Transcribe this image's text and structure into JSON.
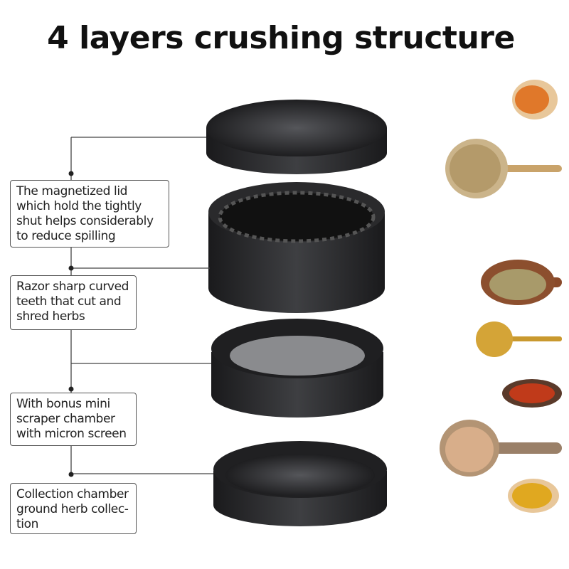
{
  "title": "4 layers crushing structure",
  "features": [
    {
      "text": "The magnetized lid which hold the tightly shut helps considerably to reduce spilling"
    },
    {
      "text": "Razor sharp curved teeth that cut and shred herbs"
    },
    {
      "text": "With bonus mini scraper chamber with micron screen"
    },
    {
      "text": "Collection chamber ground herb collec-tion"
    }
  ],
  "colors": {
    "grinder": "#2b2b2d",
    "line": "#444444"
  }
}
